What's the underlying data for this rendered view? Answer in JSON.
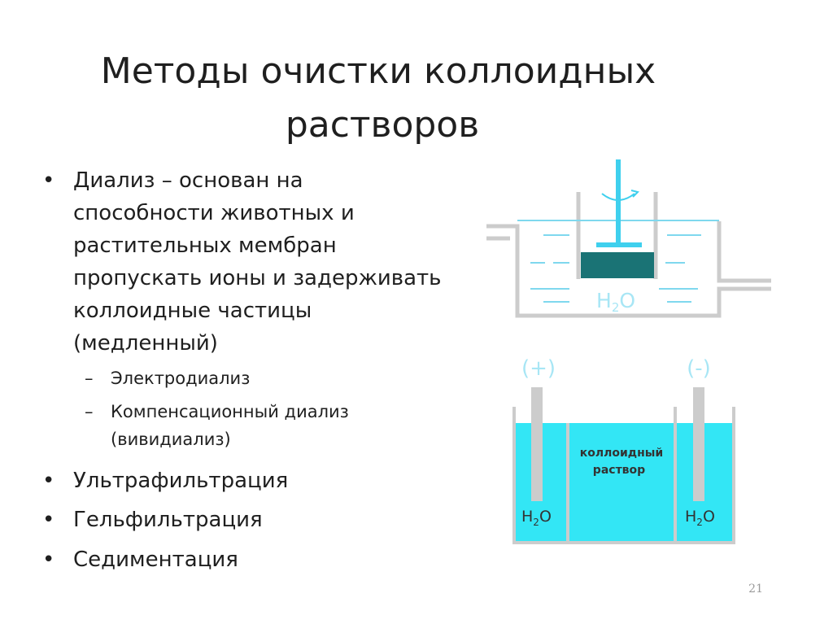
{
  "slide": {
    "title_line1": "Методы очистки коллоидных",
    "title_line2": "растворов",
    "page_number": "21"
  },
  "content": {
    "bullets": [
      {
        "text": "Диализ – основан на способности животных и растительных мембран пропускать ионы и задерживать коллоидные частицы (медленный)",
        "lines": [
          "Диализ – основан на",
          "способности животных и",
          "растительных мембран",
          "пропускать ионы и задерживать",
          "коллоидные частицы",
          "(медленный)"
        ],
        "subitems": [
          {
            "lines": [
              "Электродиализ"
            ]
          },
          {
            "lines": [
              "Компенсационный диализ",
              "(вивидиализ)"
            ]
          }
        ]
      },
      {
        "lines": [
          "Ультрафильтрация"
        ]
      },
      {
        "lines": [
          "Гельфильтрация"
        ]
      },
      {
        "lines": [
          "Седиментация"
        ]
      }
    ]
  },
  "diagrams": {
    "dialyzer": {
      "label_h": "H",
      "label_sub": "2",
      "label_o": "O",
      "colors": {
        "wall": "#cccccc",
        "water": "#7fd8ee",
        "text": "#a8e6f5",
        "membrane": "#1a7375",
        "stirrer": "#3fd0ee"
      }
    },
    "electrodialysis": {
      "plus_label": "(+)",
      "minus_label": "(-)",
      "center_line1": "коллоидный",
      "center_line2": "раствор",
      "left_label_h": "H",
      "left_label_sub": "2",
      "left_label_o": "O",
      "right_label_h": "H",
      "right_label_sub": "2",
      "right_label_o": "O",
      "colors": {
        "fill": "#33e6f5",
        "wall": "#cccccc",
        "electrode": "#cccccc",
        "sign_text": "#a8e6f5",
        "label_text": "#333333"
      }
    }
  }
}
